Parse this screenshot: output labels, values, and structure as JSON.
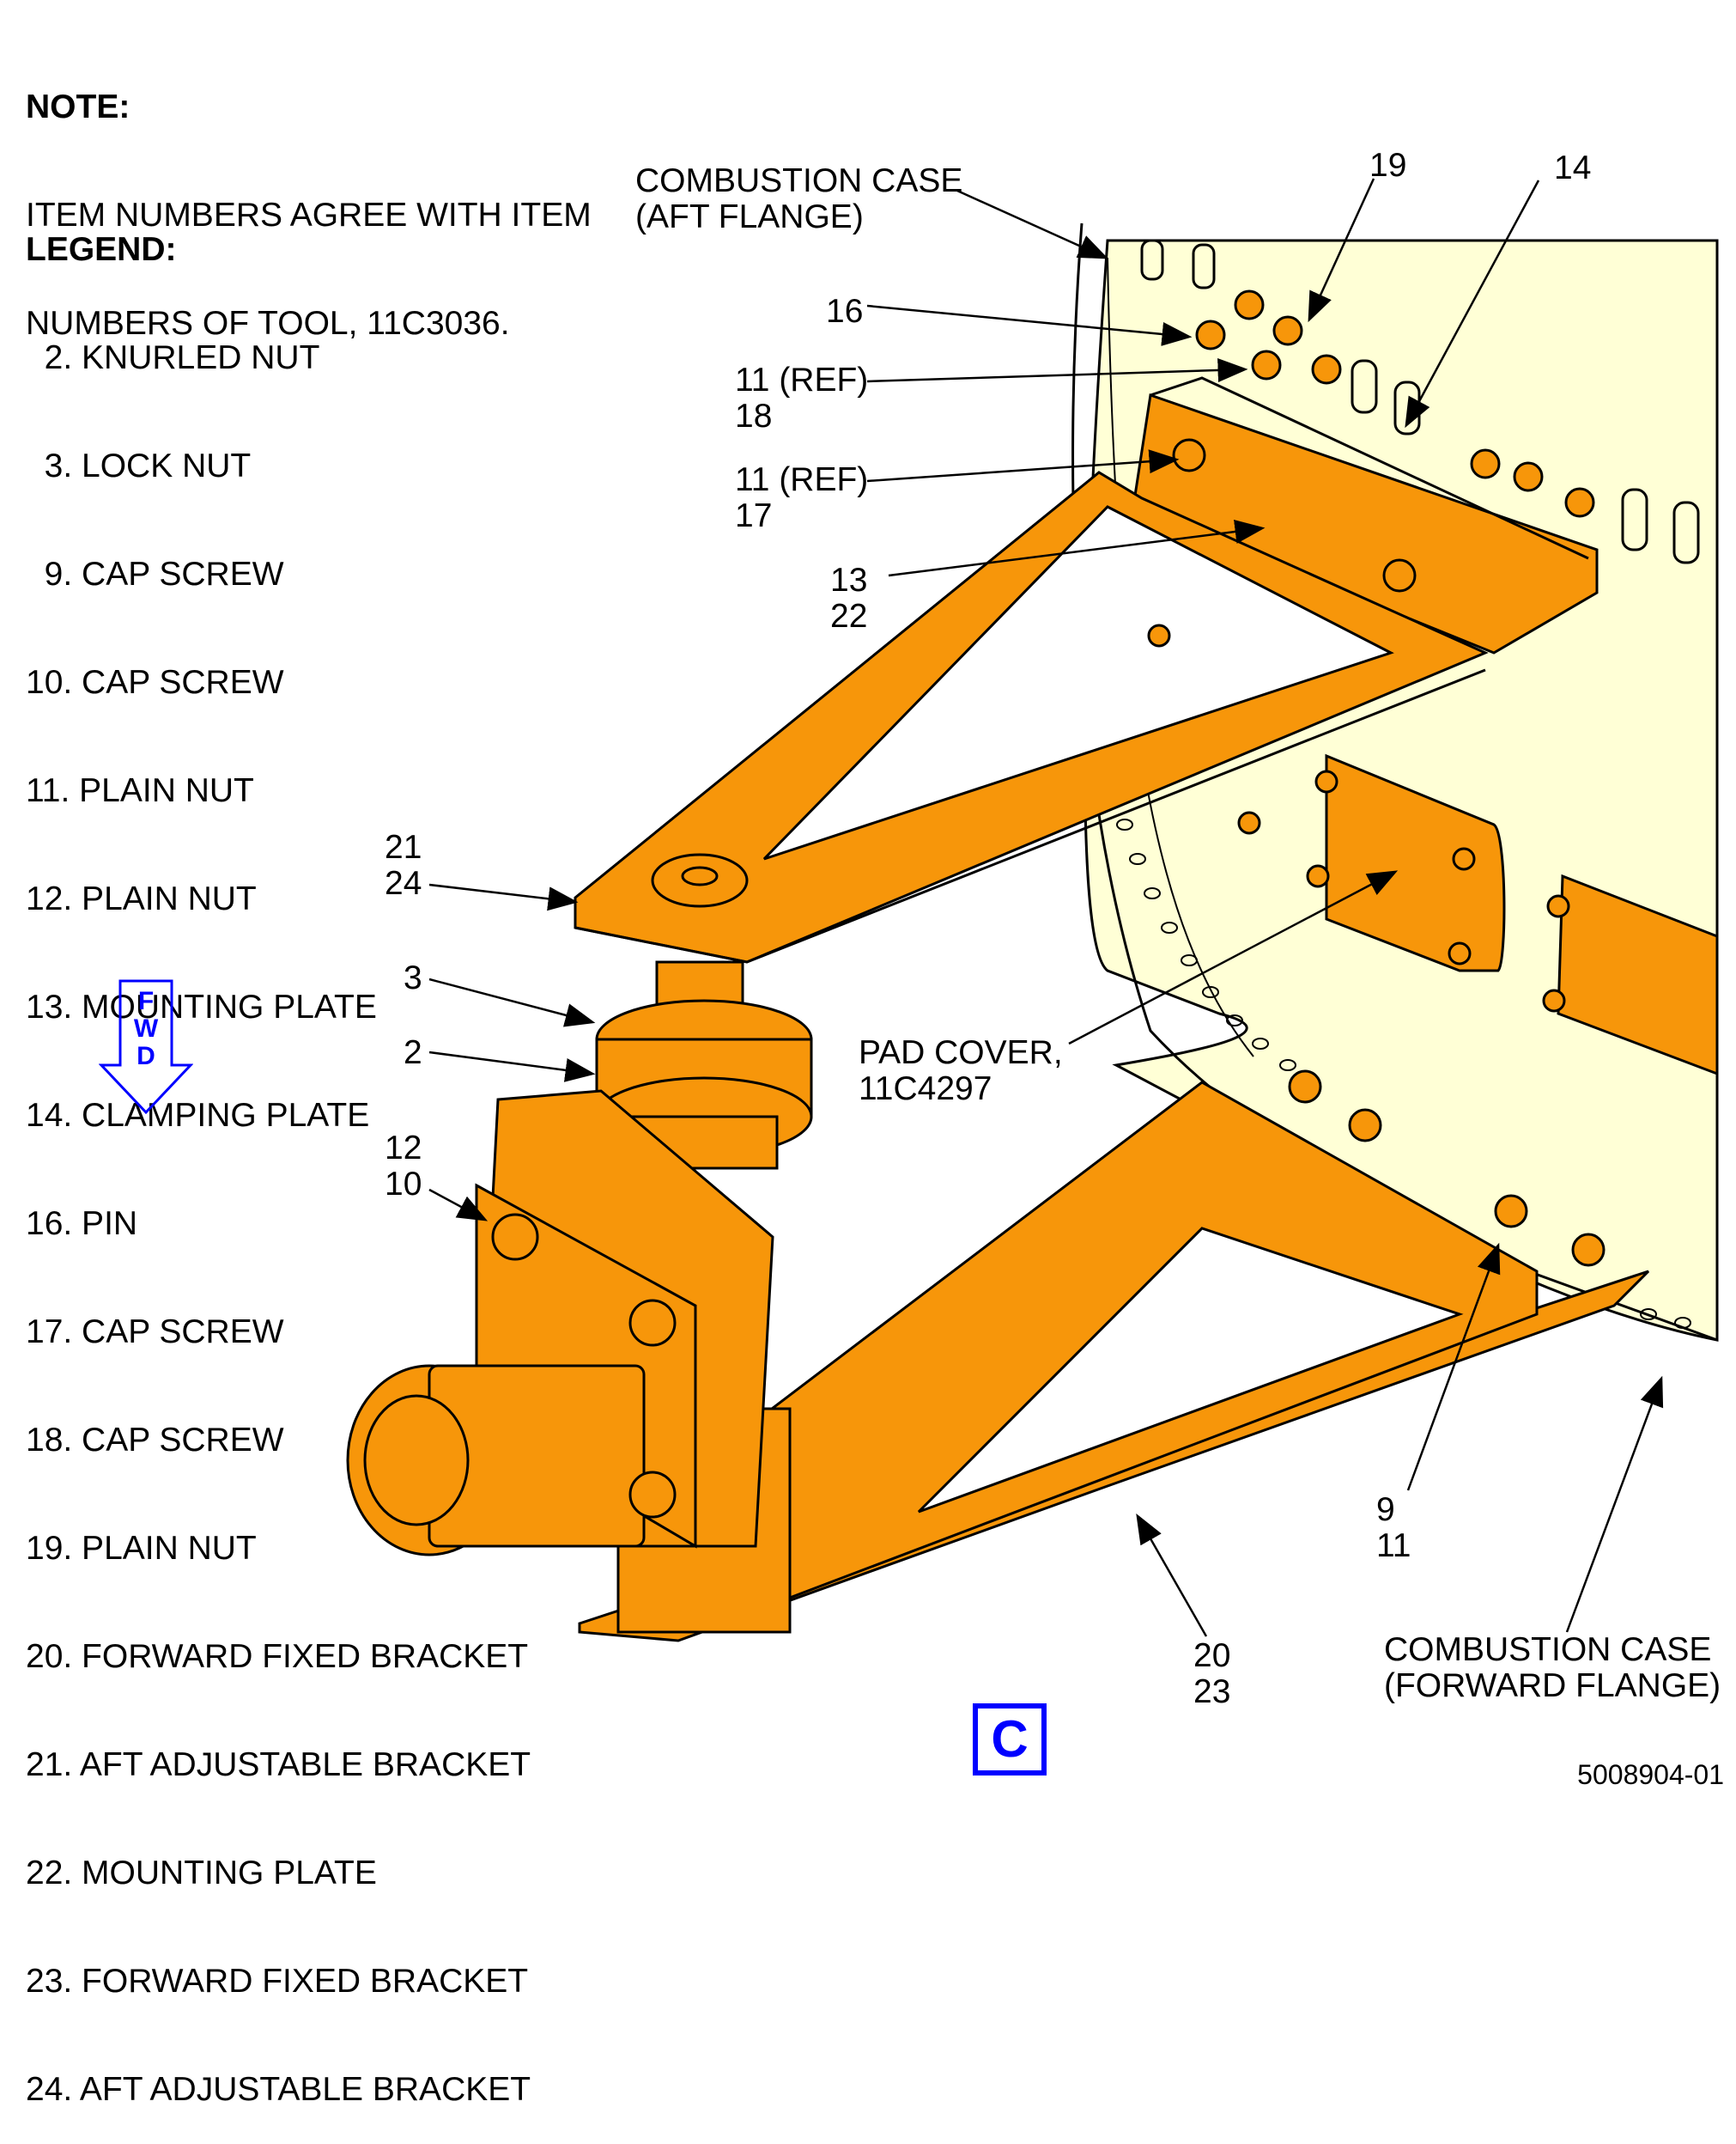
{
  "note": {
    "title": "NOTE:",
    "lines": [
      "ITEM NUMBERS AGREE WITH ITEM",
      "NUMBERS OF TOOL, 11C3036."
    ]
  },
  "legend": {
    "title": "LEGEND:",
    "items": [
      "  2. KNURLED NUT",
      "  3. LOCK NUT",
      "  9. CAP SCREW",
      "10. CAP SCREW",
      "11. PLAIN NUT",
      "12. PLAIN NUT",
      "13. MOUNTING PLATE",
      "14. CLAMPING PLATE",
      "16. PIN",
      "17. CAP SCREW",
      "18. CAP SCREW",
      "19. PLAIN NUT",
      "20. FORWARD FIXED BRACKET",
      "21. AFT ADJUSTABLE BRACKET",
      "22. MOUNTING PLATE",
      "23. FORWARD FIXED BRACKET",
      "24. AFT ADJUSTABLE BRACKET"
    ]
  },
  "callouts": {
    "aft_flange": "COMBUSTION CASE\n(AFT FLANGE)",
    "c19": "19",
    "c14": "14",
    "c16": "16",
    "c11_18": "11 (REF)\n18",
    "c11_17": "11 (REF)\n17",
    "c13_22": "13\n22",
    "c21_24": "21\n24",
    "c3": "3",
    "c2": "2",
    "c12_10": "12\n10",
    "pad_cover": "PAD COVER,\n11C4297",
    "c9_11": "9\n11",
    "c20_23": "20\n23",
    "fwd_flange": "COMBUSTION CASE\n(FORWARD FLANGE)"
  },
  "fwd_label": "F\nW\nD",
  "view_letter": "C",
  "figure_id": "5008904-01",
  "colors": {
    "tool_orange": "#f7960a",
    "case_yellow": "#ffffd6",
    "line": "#000000",
    "view_blue": "#0000ff"
  }
}
